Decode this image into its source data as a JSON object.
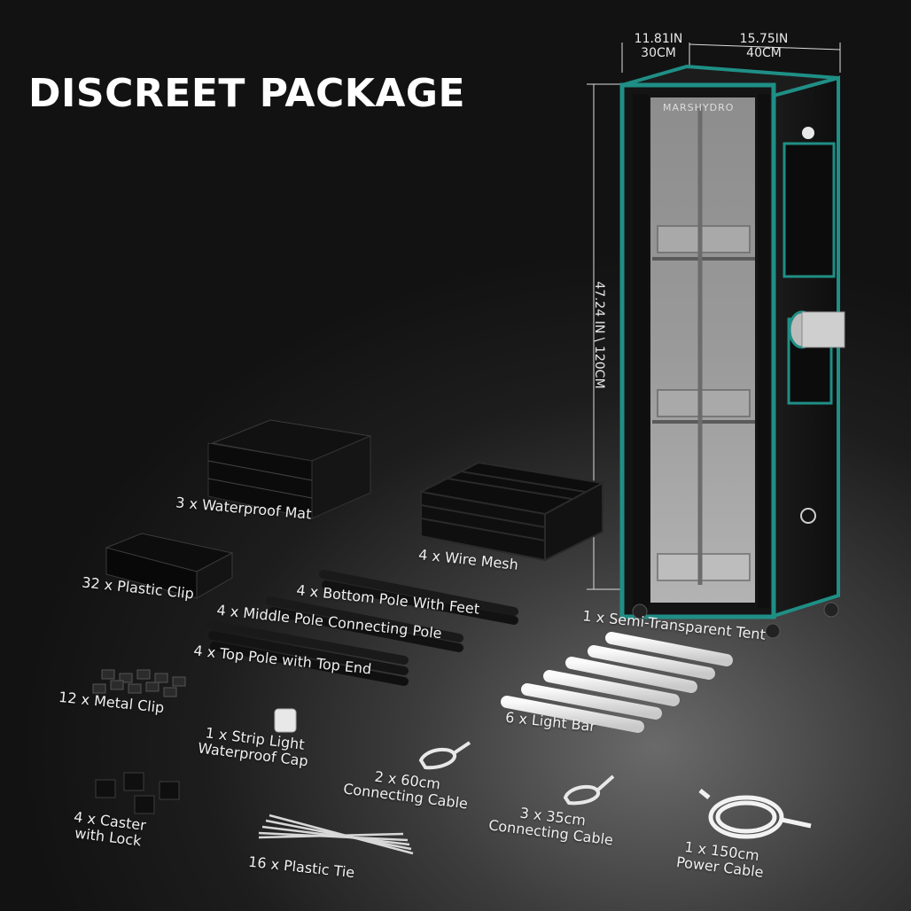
{
  "title": "DISCREET PACKAGE",
  "brand": "MARSHYDRO",
  "dimensions": {
    "depth_in": "11.81IN",
    "depth_cm": "30CM",
    "width_in": "15.75IN",
    "width_cm": "40CM",
    "height": "47.24 IN \\ 120CM"
  },
  "items": [
    {
      "key": "waterproof_mat",
      "line1": "3 x Waterproof Mat"
    },
    {
      "key": "wire_mesh",
      "line1": "4 x Wire Mesh"
    },
    {
      "key": "plastic_clip",
      "line1": "32 x Plastic Clip"
    },
    {
      "key": "bottom_pole",
      "line1": "4 x Bottom Pole With Feet"
    },
    {
      "key": "middle_pole",
      "line1": "4 x Middle Pole Connecting Pole"
    },
    {
      "key": "top_pole",
      "line1": "4 x Top Pole with Top End"
    },
    {
      "key": "tent",
      "line1": "1 x Semi-Transparent Tent"
    },
    {
      "key": "metal_clip",
      "line1": "12 x Metal Clip"
    },
    {
      "key": "light_bar",
      "line1": "6 x Light Bar"
    },
    {
      "key": "strip_cap",
      "line1": "1 x Strip Light",
      "line2": "Waterproof Cap"
    },
    {
      "key": "cable_60",
      "line1": "2 x 60cm",
      "line2": "Connecting Cable"
    },
    {
      "key": "cable_35",
      "line1": "3 x 35cm",
      "line2": "Connecting Cable"
    },
    {
      "key": "caster",
      "line1": "4 x Caster",
      "line2": "with Lock"
    },
    {
      "key": "plastic_tie",
      "line1": "16 x Plastic Tie"
    },
    {
      "key": "power_cable",
      "line1": "1 x 150cm",
      "line2": "Power Cable"
    }
  ],
  "colors": {
    "tent_trim": "#1f8f86",
    "tent_body": "#161616",
    "text": "#ffffff"
  }
}
